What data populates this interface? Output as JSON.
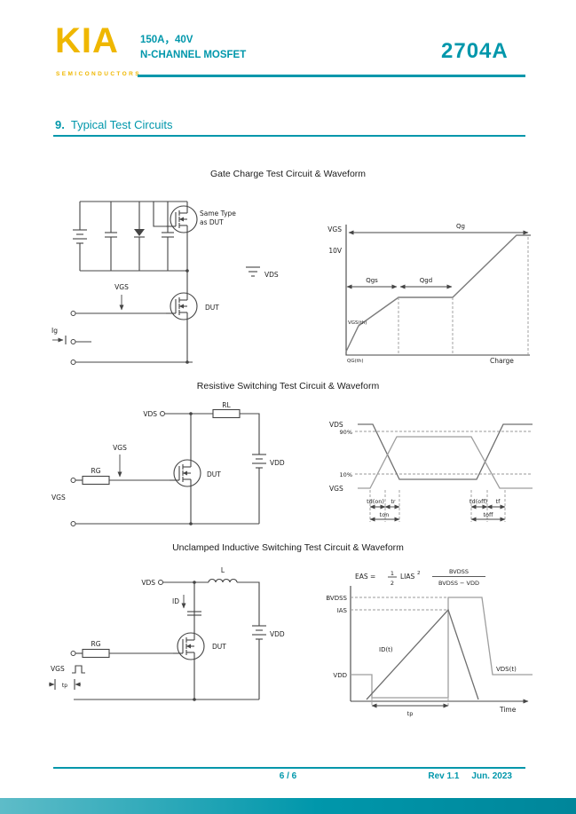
{
  "colors": {
    "accent": "#0097AB",
    "logo_gold": "#EFB700",
    "circuit_line": "#444444",
    "waveform_gray": "#7d7d7d"
  },
  "header": {
    "brand": "KIA",
    "brand_sub": "SEMICONDUCTORS",
    "rating": "150A，40V",
    "device_type": "N-CHANNEL MOSFET",
    "part_number": "2704A"
  },
  "section": {
    "number": "9.",
    "title": "Typical Test Circuits"
  },
  "fig1": {
    "title": "Gate Charge Test Circuit & Waveform",
    "circuit": {
      "same_type_line1": "Same Type",
      "same_type_line2": "as DUT",
      "vgs": "VGS",
      "dut": "DUT",
      "vds": "VDS",
      "ig": "Ig"
    },
    "waveform": {
      "vgs": "VGS",
      "ten_v": "10V",
      "qg": "Qg",
      "qgs": "Qgs",
      "qgd": "Qgd",
      "vgs_th": "VGS(th)",
      "qg_th": "QG(th)",
      "charge": "Charge"
    }
  },
  "fig2": {
    "title": "Resistive Switching Test Circuit & Waveform",
    "circuit": {
      "vds_top": "VDS",
      "rl": "RL",
      "vgs_drive": "VGS",
      "rg": "RG",
      "dut": "DUT",
      "vdd": "VDD",
      "vgs_source": "VGS"
    },
    "waveform": {
      "vds": "VDS",
      "p90": "90%",
      "p10": "10%",
      "vgs": "VGS",
      "td_on": "td(on)",
      "tr": "tr",
      "ton": "ton",
      "td_off": "td(off)",
      "tf": "tf",
      "toff": "toff"
    }
  },
  "fig3": {
    "title": "Unclamped Inductive Switching Test Circuit & Waveform",
    "circuit": {
      "vds": "VDS",
      "l": "L",
      "id": "ID",
      "rg": "RG",
      "dut": "DUT",
      "vdd": "VDD",
      "vgs": "VGS",
      "tp": "tp"
    },
    "waveform": {
      "eas": "EAS =",
      "half_num": "1",
      "half_den": "2",
      "li": "LIAS",
      "sq": "2",
      "frac_num": "BVDSS",
      "frac_den": "BVDSS − VDD",
      "bvdss": "BVDSS",
      "ias": "IAS",
      "id_t": "ID(t)",
      "vdd": "VDD",
      "vds_t": "VDS(t)",
      "tp": "tp",
      "time": "Time"
    }
  },
  "footer": {
    "page_indicator": "6 / 6",
    "revision": "Rev 1.1",
    "date": "Jun. 2023"
  }
}
